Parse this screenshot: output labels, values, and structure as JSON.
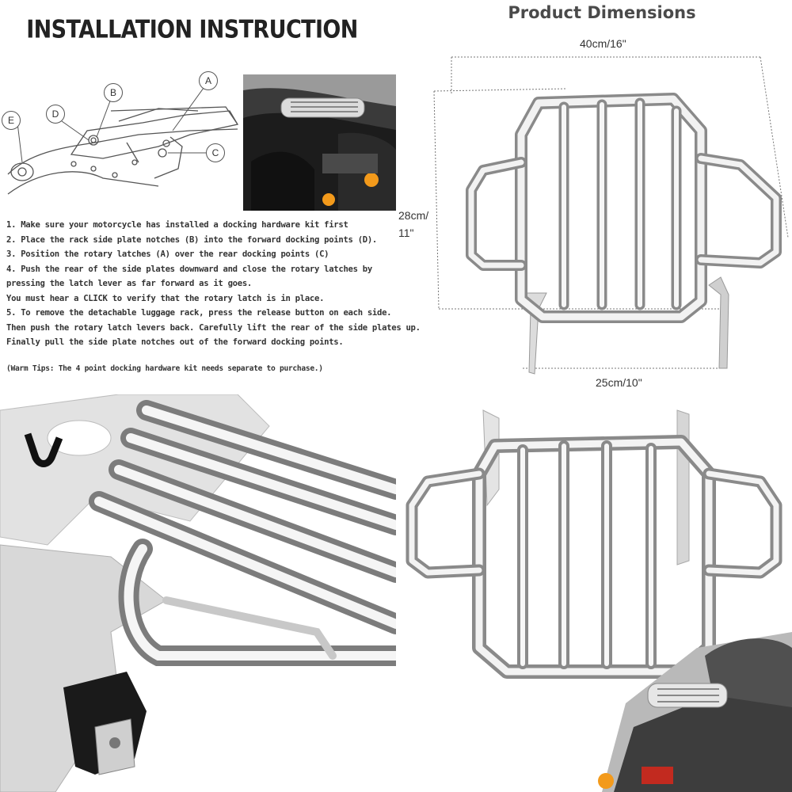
{
  "installation": {
    "title": "INSTALLATION INSTRUCTION",
    "callouts": [
      "A",
      "B",
      "C",
      "D",
      "E"
    ],
    "steps": [
      "1. Make sure your motorcycle has installed a docking hardware kit first",
      "2. Place the rack side plate notches (B) into the forward docking points (D).",
      "3. Position the rotary latches (A) over the rear docking points (C)",
      "4. Push the rear of the side plates downward and close the rotary latches by",
      "pressing the latch lever as far forward as it goes.",
      "You must hear a CLICK to verify that the rotary latch is in place.",
      "5. To remove the detachable luggage rack, press the release button on each side.",
      "Then push the rotary latch levers back. Carefully lift the rear of the side plates up.",
      "Finally pull the side plate notches out of the forward docking points."
    ],
    "tip": "(Warm Tips: The 4 point docking hardware kit needs separate to purchase.)"
  },
  "dimensions": {
    "title": "Product Dimensions",
    "width_top": "40cm/16\"",
    "height_line1": "28cm/",
    "height_line2": "11\"",
    "width_bottom": "25cm/10\""
  },
  "colors": {
    "chrome_light": "#f4f4f4",
    "chrome_dark": "#8a8a8a",
    "bag_black": "#1c1c1c",
    "amber": "#f39a1b"
  },
  "icons": [
    "luggage-rack-photo",
    "motorcycle-photo",
    "line-diagram"
  ]
}
